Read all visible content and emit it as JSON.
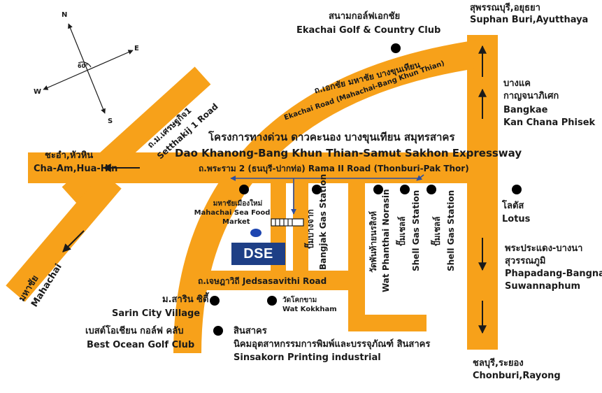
{
  "colors": {
    "road": "#f7a11a",
    "arrow": "#1a1a1a",
    "flow_arrow": "#2a4ea3",
    "marker": "#000000",
    "dse_box": "#1e3f86",
    "dse_dot": "#1d45b0"
  },
  "icons": [
    "compass-rose",
    "location-dot",
    "direction-arrow"
  ],
  "compass": {
    "n": "N",
    "e": "E",
    "s": "S",
    "w": "W",
    "angle": "60°"
  },
  "expressway": {
    "title_th": "โครงการทางด่วน ดาวคะนอง บางขุนเทียน สมุทรสาคร",
    "title_en": "Dao Khanong-Bang Khun Thian-Samut Sakhon Expressway"
  },
  "roads": {
    "rama2": "ถ.พระราม 2 (ธนบุรี-ปากท่อ)  Rama II Road (Thonburi-Pak Thor)",
    "ekachai_th": "ถ.เอกชัย มหาชัย บางขุนเทียน",
    "ekachai_en": "Ekachai Road (Mahachai-Bang Khun Thian)",
    "setthakij_th": "ถ.ม.เศรษฐกิจ1",
    "setthakij_en": "Setthakij 1 Road",
    "jedsasavithi": "ถ.เจษฎาวิถี  Jedsasavithi Road"
  },
  "destinations": {
    "suphan_th": "สุพรรณบุรี,อยุธยา",
    "suphan_en": "Suphan Buri,Ayutthaya",
    "bangkae_th1": "บางแค",
    "bangkae_th2": "กาญจนาภิเศก",
    "bangkae_en1": "Bangkae",
    "bangkae_en2": "Kan Chana Phisek",
    "chaam_th": "ชะอำ,หัวหิน",
    "chaam_en": "Cha-Am,Hua-Hin",
    "mahachai_th": "มหาชัย",
    "mahachai_en": "Mahachai",
    "bangna_th1": "พระประแดง-บางนา",
    "bangna_th2": "สุวรรณภูมิ",
    "bangna_en1": "Phapadang-Bangna",
    "bangna_en2": "Suwannaphum",
    "chonburi_th": "ชลบุรี,ระยอง",
    "chonburi_en": "Chonburi,Rayong"
  },
  "places": {
    "golf_th": "สนามกอล์ฟเอกชัย",
    "golf_en": "Ekachai Golf & Country Club",
    "seafood_th": "มหาชัยเมืองใหม่",
    "seafood_en1": "Mahachai Sea Food",
    "seafood_en2": "Market",
    "lotus_th": "โลตัส",
    "lotus_en": "Lotus",
    "sarin_th": "ม.สาริน ซิตี้",
    "sarin_en": "Sarin City Village",
    "kokkham_th": "วัดโคกขาม",
    "kokkham_en": "Wat Kokkham",
    "bestocean_th": "เบสต์โอเชียน กอล์ฟ คลับ",
    "bestocean_en": "Best Ocean Golf Club",
    "sinsakorn_th1": "สินสาคร",
    "sinsakorn_th2": "นิคมอุตสาหกรรมการพิมพ์และบรรจุภัณฑ์ สินสาคร",
    "sinsakorn_en": "Sinsakorn Printing industrial",
    "bangjak_th": "ปั๊มบางจาก",
    "bangjak_en": "Bangjak Gas Station",
    "norasin_th": "วัดพันท้ายนรสิงห์",
    "norasin_en": "Wat Phanthai Norasin",
    "shell1_th": "ปั๊มเชลล์",
    "shell1_en": "Shell Gas Station",
    "shell2_th": "ปั๊มเชลล์",
    "shell2_en": "Shell Gas Station",
    "dse": "DSE"
  }
}
